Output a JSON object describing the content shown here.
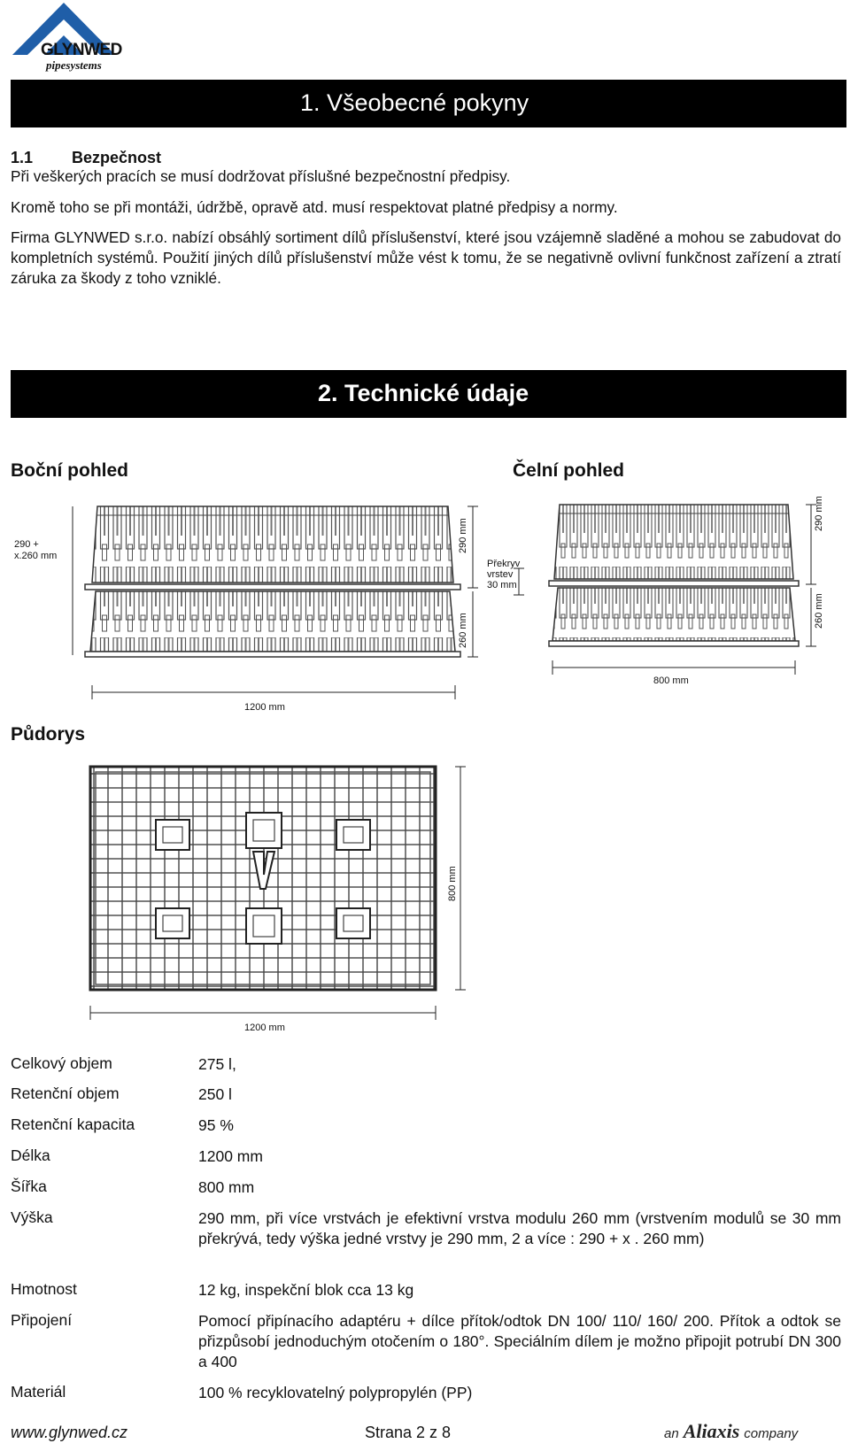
{
  "header": {
    "logo_name": "GLYNWED",
    "logo_sub": "pipesystems",
    "colors": {
      "logo_blue": "#1f5ea8",
      "bar": "#000000"
    }
  },
  "section1": {
    "title": "1. Všeobecné pokyny",
    "sub_number": "1.1",
    "sub_title": "Bezpečnost",
    "line1": "Při veškerých pracích se musí dodržovat příslušné bezpečnostní předpisy.",
    "line2": "Kromě toho se při montáži, údržbě, opravě atd. musí respektovat platné předpisy a normy.",
    "paragraph": "Firma GLYNWED s.r.o. nabízí obsáhlý sortiment dílů příslušenství, které jsou vzájemně sladěné a mohou se zabudovat do kompletních systémů. Použití jiných dílů příslušenství může vést k tomu, že se negativně ovlivní funkčnost zařízení a ztratí záruka za škody z toho vzniklé."
  },
  "section2": {
    "title": "2. Technické údaje",
    "side_view": "Boční pohled",
    "front_view": "Čelní pohled",
    "plan_view": "Půdorys",
    "dim_side_left_1": "290 +",
    "dim_side_left_2": "x.260 mm",
    "dim_290": "290 mm",
    "dim_260": "260 mm",
    "dim_1200": "1200 mm",
    "dim_800": "800 mm",
    "overlap_1": "Překryv",
    "overlap_2": "vrstev",
    "overlap_3": "30 mm",
    "plan_dim_800": "800 mm",
    "plan_dim_1200": "1200 mm"
  },
  "specs": [
    {
      "label": "Celkový  objem",
      "value": "275 l,"
    },
    {
      "label": "Retenční objem",
      "value": "250 l"
    },
    {
      "label": "Retenční kapacita",
      "value": "95 %"
    },
    {
      "label": "Délka",
      "value": "1200 mm"
    },
    {
      "label": "Šířka",
      "value": "800 mm"
    },
    {
      "label": "Výška",
      "value": "290 mm, při více vrstvách je efektivní vrstva modulu 260 mm (vrstvením modulů se 30 mm překrývá, tedy výška jedné vrstvy je 290 mm, 2 a více : 290 + x . 260 mm)"
    },
    {
      "label": "Hmotnost",
      "value": "12 kg, inspekční blok cca 13 kg"
    },
    {
      "label": "Připojení",
      "value": "Pomocí připínacího adaptéru + dílce přítok/odtok DN 100/ 110/ 160/ 200. Přítok a odtok se přizpůsobí jednoduchým otočením o 180°. Speciálním dílem je možno připojit potrubí DN 300 a 400"
    },
    {
      "label": "Materiál",
      "value": "100 % recyklovatelný polypropylén (PP)"
    }
  ],
  "footer": {
    "url": "www.glynwed.cz",
    "page": "Strana 2 z 8",
    "brand_prefix": "an",
    "brand_name": "Aliaxis",
    "brand_suffix": "company"
  }
}
